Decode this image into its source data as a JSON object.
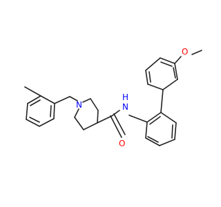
{
  "molecule": {
    "atoms": {
      "methoxy_o": {
        "text": "O",
        "color": "#ff0000"
      },
      "amide_n": {
        "text": "N",
        "color": "#0000ff"
      },
      "amide_h": {
        "text": "H",
        "color": "#0000ff"
      },
      "ring_n": {
        "text": "N",
        "color": "#0000ff"
      },
      "carbonyl_o": {
        "text": "O",
        "color": "#ff0000"
      }
    },
    "bond_color": "#222222",
    "background": "#ffffff"
  }
}
